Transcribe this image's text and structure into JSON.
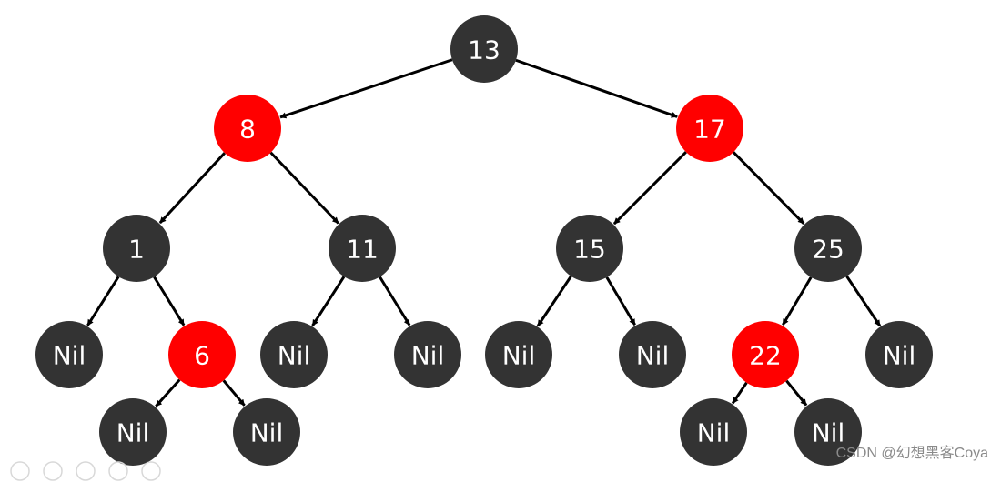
{
  "colors": {
    "black_node": "#333333",
    "red_node": "#ff0000",
    "edge": "#000000",
    "label": "#ffffff"
  },
  "tree": {
    "nodes": [
      {
        "id": "n13",
        "label": "13",
        "color": "black"
      },
      {
        "id": "n8",
        "label": "8",
        "color": "red"
      },
      {
        "id": "n17",
        "label": "17",
        "color": "red"
      },
      {
        "id": "n1",
        "label": "1",
        "color": "black"
      },
      {
        "id": "n11",
        "label": "11",
        "color": "black"
      },
      {
        "id": "n15",
        "label": "15",
        "color": "black"
      },
      {
        "id": "n25",
        "label": "25",
        "color": "black"
      },
      {
        "id": "nil1",
        "label": "Nil",
        "color": "black"
      },
      {
        "id": "n6",
        "label": "6",
        "color": "red"
      },
      {
        "id": "nil2",
        "label": "Nil",
        "color": "black"
      },
      {
        "id": "nil3",
        "label": "Nil",
        "color": "black"
      },
      {
        "id": "nil4",
        "label": "Nil",
        "color": "black"
      },
      {
        "id": "nil5",
        "label": "Nil",
        "color": "black"
      },
      {
        "id": "n22",
        "label": "22",
        "color": "red"
      },
      {
        "id": "nil6",
        "label": "Nil",
        "color": "black"
      },
      {
        "id": "nil7",
        "label": "Nil",
        "color": "black"
      },
      {
        "id": "nil8",
        "label": "Nil",
        "color": "black"
      },
      {
        "id": "nil9",
        "label": "Nil",
        "color": "black"
      },
      {
        "id": "nil10",
        "label": "Nil",
        "color": "black"
      }
    ],
    "edges": [
      {
        "from": "n13",
        "to": "n8"
      },
      {
        "from": "n13",
        "to": "n17"
      },
      {
        "from": "n8",
        "to": "n1"
      },
      {
        "from": "n8",
        "to": "n11"
      },
      {
        "from": "n17",
        "to": "n15"
      },
      {
        "from": "n17",
        "to": "n25"
      },
      {
        "from": "n1",
        "to": "nil1"
      },
      {
        "from": "n1",
        "to": "n6"
      },
      {
        "from": "n11",
        "to": "nil2"
      },
      {
        "from": "n11",
        "to": "nil3"
      },
      {
        "from": "n15",
        "to": "nil4"
      },
      {
        "from": "n15",
        "to": "nil5"
      },
      {
        "from": "n25",
        "to": "n22"
      },
      {
        "from": "n25",
        "to": "nil6"
      },
      {
        "from": "n6",
        "to": "nil7"
      },
      {
        "from": "n6",
        "to": "nil8"
      },
      {
        "from": "n22",
        "to": "nil9"
      },
      {
        "from": "n22",
        "to": "nil10"
      }
    ]
  },
  "watermark": "CSDN @幻想黑客Coya"
}
